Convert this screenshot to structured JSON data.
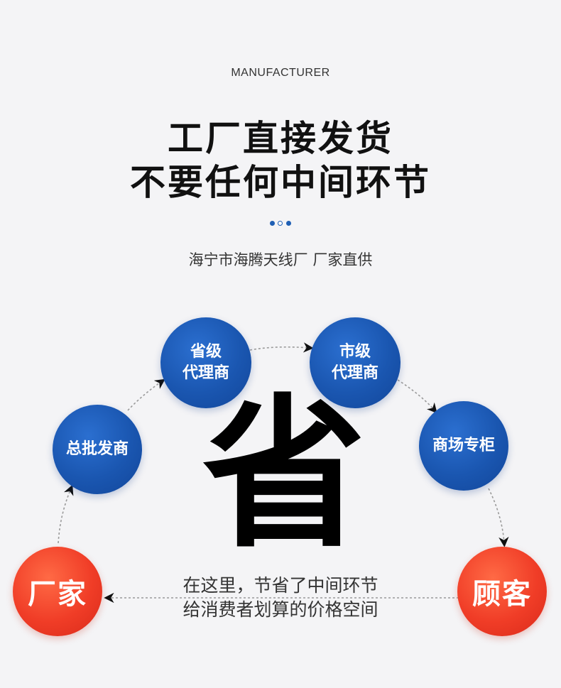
{
  "header": {
    "eyebrow": "MANUFACTURER",
    "headline_line1": "工厂直接发货",
    "headline_line2": "不要任何中间环节",
    "subtitle": "海宁市海腾天线厂 厂家直供"
  },
  "flow": {
    "factory": "厂家",
    "wholesaler": "总批发商",
    "provincial_line1": "省级",
    "provincial_line2": "代理商",
    "city_line1": "市级",
    "city_line2": "代理商",
    "mall_counter": "商场专柜",
    "customer": "顾客"
  },
  "center": {
    "big_char": "省",
    "caption_line1": "在这里，节省了中间环节",
    "caption_line2": "给消费者划算的价格空间"
  },
  "colors": {
    "blue": "#1a56b0",
    "red": "#f03d27",
    "accent_dot": "#1f5fb4"
  }
}
